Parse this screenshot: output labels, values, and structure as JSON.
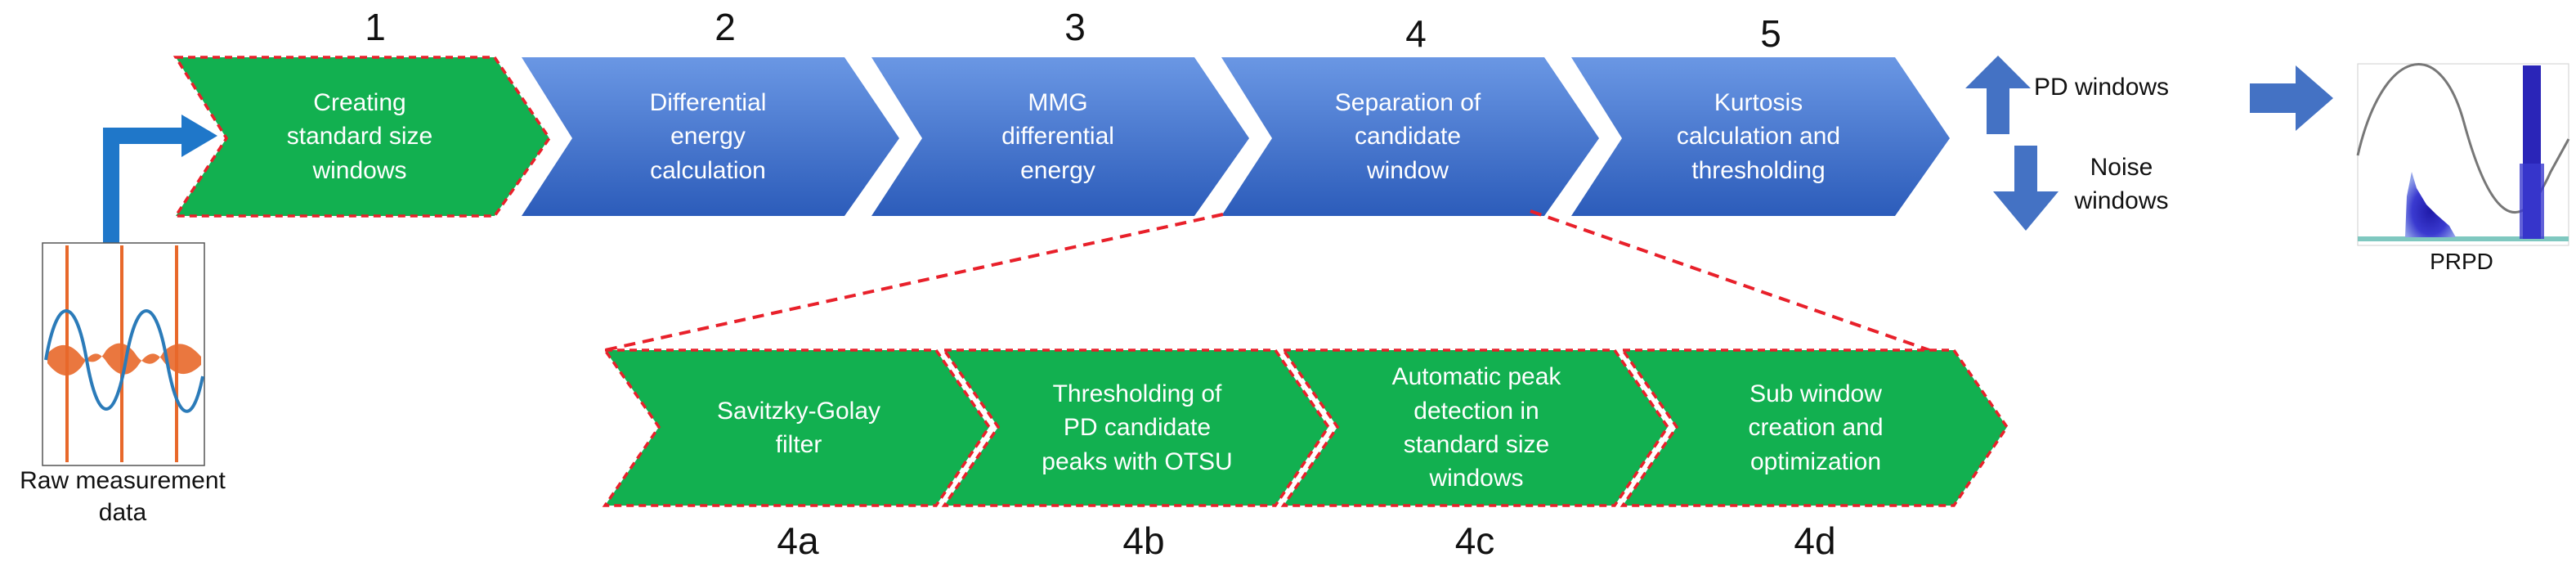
{
  "main_steps": [
    {
      "number": "1",
      "label": "Creating\nstandard size\nwindows",
      "style": "green"
    },
    {
      "number": "2",
      "label": "Differential\nenergy\ncalculation",
      "style": "blue"
    },
    {
      "number": "3",
      "label": "MMG\ndifferential\nenergy",
      "style": "blue"
    },
    {
      "number": "4",
      "label": "Separation of\ncandidate\nwindow",
      "style": "blue"
    },
    {
      "number": "5",
      "label": "Kurtosis\ncalculation and\nthresholding",
      "style": "blue"
    }
  ],
  "sub_steps": [
    {
      "number": "4a",
      "label": "Savitzky-Golay\nfilter"
    },
    {
      "number": "4b",
      "label": "Thresholding  of\nPD candidate\npeaks with OTSU"
    },
    {
      "number": "4c",
      "label": "Automatic peak\ndetection in\nstandard size\nwindows"
    },
    {
      "number": "4d",
      "label": "Sub  window\ncreation  and\noptimization"
    }
  ],
  "outputs": {
    "pd_windows": "PD windows",
    "noise_windows": "Noise\nwindows"
  },
  "input_label": "Raw measurement\ndata",
  "result_label": "PRPD",
  "colors": {
    "green_fill": "#12b050",
    "green_border": "#e8202a",
    "blue_top": "#5f8fe0",
    "blue_bottom": "#2f5fbd",
    "arrow_blue": "#4472c4",
    "input_arrow": "#1f77c9",
    "signal_orange": "#e8682a",
    "signal_blue": "#2b7bb9"
  },
  "icons": {
    "up": "arrow-up-icon",
    "down": "arrow-down-icon",
    "right": "arrow-right-icon"
  }
}
